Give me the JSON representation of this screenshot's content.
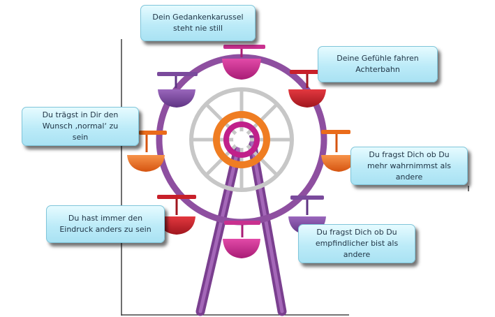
{
  "diagram": {
    "callouts": [
      {
        "id": "top",
        "text": "Dein Gedankenkarussel\nsteht nie still"
      },
      {
        "id": "upper-right",
        "text": "Deine Gefühle fahren\nAchterbahn"
      },
      {
        "id": "left",
        "text": "Du trägst in Dir den\nWunsch ‚normal‘ zu\nsein"
      },
      {
        "id": "right",
        "text": "Du fragst Dich ob Du\nmehr wahrnimmst als\nandere"
      },
      {
        "id": "lower-left",
        "text": "Du hast immer den\nEindruck anders zu sein"
      },
      {
        "id": "lower-right",
        "text": "Du fragst Dich ob Du\nempfindlicher bist als\nandere"
      }
    ]
  },
  "colors": {
    "frame": "#8e4fa0",
    "hub": "#ef7d22",
    "hub_center": "#c0208a",
    "spokes": "#c7c7c7",
    "gondola_magenta": "#c9318f",
    "gondola_purple": "#7a4a9c",
    "gondola_red": "#c8202a",
    "gondola_orange": "#ea6b1a",
    "callout_border": "#7fc5da"
  }
}
